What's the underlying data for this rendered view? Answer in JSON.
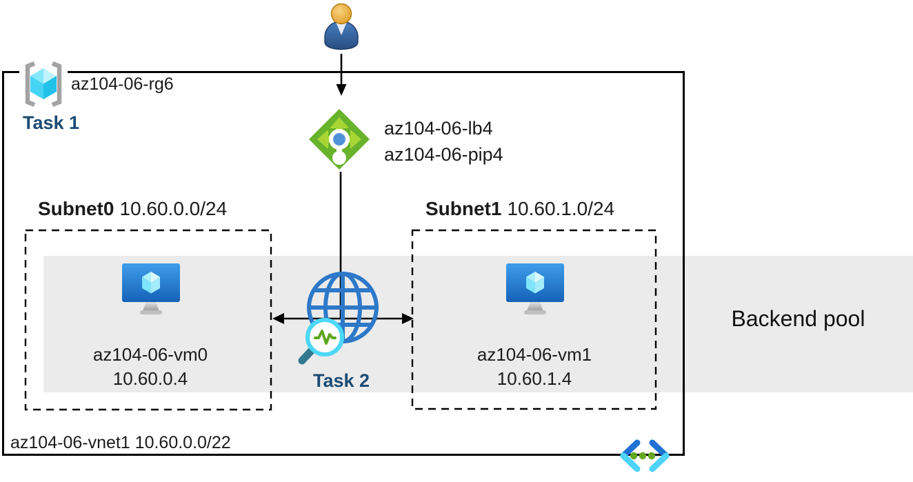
{
  "resource_group": {
    "name": "az104-06-rg6",
    "task_label": "Task 1"
  },
  "load_balancer": {
    "name": "az104-06-lb4",
    "public_ip": "az104-06-pip4"
  },
  "subnets": [
    {
      "name": "Subnet0",
      "cidr": "10.60.0.0/24",
      "vm": {
        "name": "az104-06-vm0",
        "ip": "10.60.0.4"
      }
    },
    {
      "name": "Subnet1",
      "cidr": "10.60.1.0/24",
      "vm": {
        "name": "az104-06-vm1",
        "ip": "10.60.1.4"
      }
    }
  ],
  "health_probe": {
    "task_label": "Task 2"
  },
  "backend_pool_label": "Backend pool",
  "vnet": {
    "label": "az104-06-vnet1 10.60.0.0/22"
  },
  "icons": {
    "user": "user-icon",
    "resource_group": "resource-group-brackets-cube-icon",
    "load_balancer": "load-balancer-diamond-icon",
    "virtual_machine": "vm-monitor-cube-icon",
    "health_probe": "globe-magnifier-probe-icon",
    "virtual_network": "vnet-angle-brackets-icon"
  },
  "colors": {
    "task_label_navy": "#1c4a74",
    "backend_band_gray": "#ebebeb",
    "lb_green": "#68b32c",
    "lb_arrow_green": "#a8d735",
    "lb_dot_blue": "#4f93d6",
    "globe_blue": "#2d78c8",
    "magnifier_cyan": "#4cd7f5",
    "pulse_green": "#5ea51f",
    "magnifier_handle_teal": "#33798f",
    "vnet_dark_blue": "#1f72d4",
    "vnet_cyan": "#4ed3f9",
    "vnet_dot_green": "#63a81f",
    "bracket_gray": "#a3a3a3",
    "user_head_orange": "#e9a62f",
    "user_body_blue": "#34639c",
    "line_black": "#000000"
  }
}
